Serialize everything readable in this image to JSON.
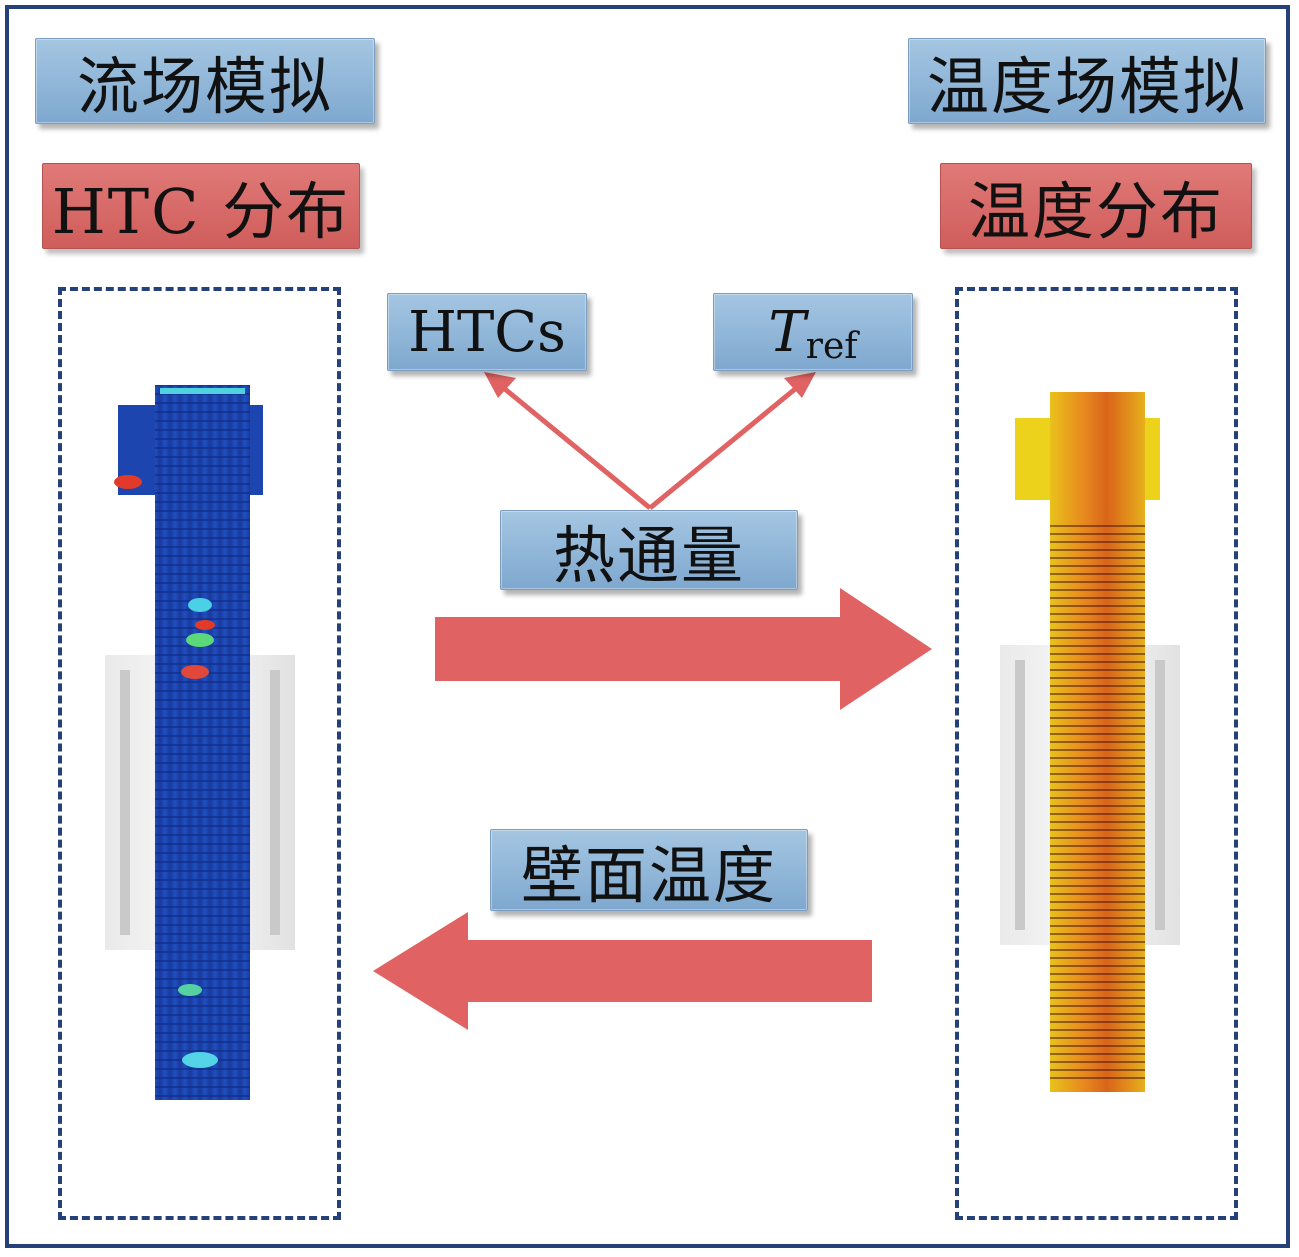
{
  "labels": {
    "flow_sim": "流场模拟",
    "htc_dist": "HTC 分布",
    "temp_sim": "温度场模拟",
    "temp_dist": "温度分布",
    "htcs": "HTCs",
    "tref_symbol": "T",
    "tref_sub": "ref",
    "heat_flux": "热通量",
    "wall_temp": "壁面温度"
  },
  "colors": {
    "frame": "#26417a",
    "label_blue": "#8fb4d8",
    "label_red": "#d8696a",
    "arrow": "#e06262",
    "htc_gear": "#1a3fb0",
    "temp_gear": "#e38a1c"
  },
  "icons": {
    "left_gear": "htc-contour-gear",
    "right_gear": "temperature-contour-gear"
  }
}
